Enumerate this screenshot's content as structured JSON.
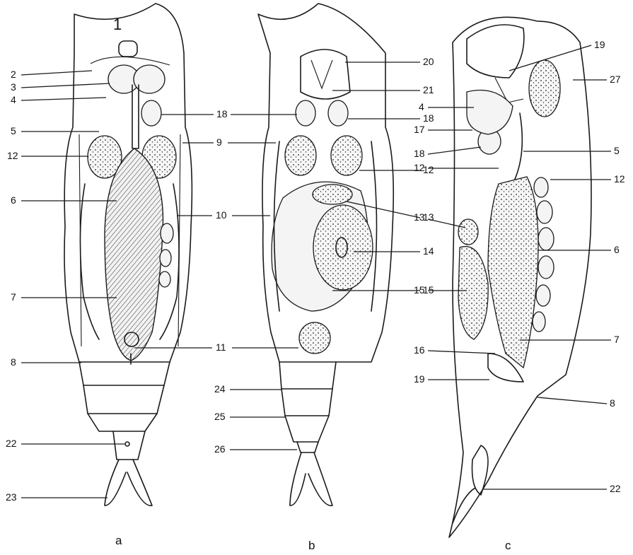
{
  "panels": [
    {
      "letter": "a",
      "top_mark": "1"
    },
    {
      "letter": "b"
    },
    {
      "letter": "c"
    }
  ],
  "labels": {
    "a": [
      "2",
      "3",
      "4",
      "5",
      "12",
      "6",
      "7",
      "8",
      "22",
      "23",
      "18",
      "9",
      "10",
      "11"
    ],
    "b": [
      "20",
      "21",
      "18",
      "12",
      "13",
      "14",
      "15",
      "24",
      "25",
      "26"
    ],
    "c": [
      "19",
      "27",
      "4",
      "17",
      "18",
      "5",
      "12",
      "12",
      "13",
      "6",
      "15",
      "7",
      "16",
      "19",
      "8",
      "22"
    ]
  }
}
